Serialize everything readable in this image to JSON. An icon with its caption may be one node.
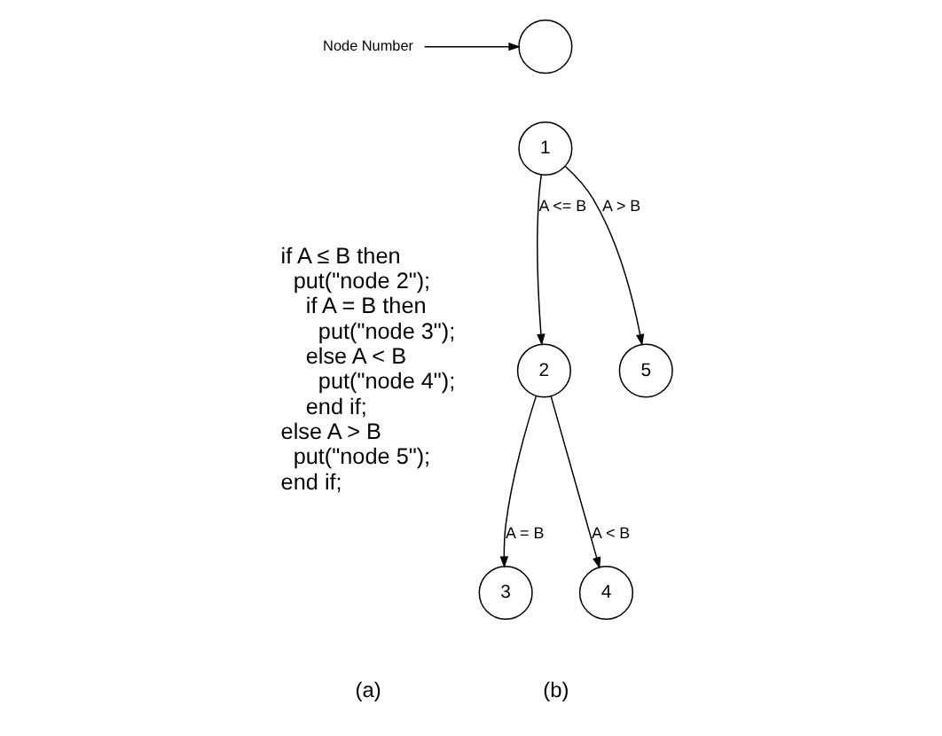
{
  "diagram": {
    "nodes": [
      {
        "text": [
          "Node Number"
        ]
      },
      {
        "text": [],
        "shape": "circle"
      },
      {
        "text": [
          "1"
        ]
      },
      {
        "text": [
          "2"
        ]
      },
      {
        "text": [
          "5"
        ]
      },
      {
        "text": [
          "3"
        ]
      },
      {
        "text": [
          "4"
        ]
      }
    ],
    "edges": [
      {
        "from": 0,
        "to": 1,
        "arrow": "to"
      },
      {
        "from": 2,
        "to": 3,
        "arrow": "to",
        "label": "A <= B"
      },
      {
        "from": 2,
        "to": 4,
        "arrow": "to",
        "label": "A > B"
      },
      {
        "from": 3,
        "to": 5,
        "arrow": "to",
        "label": "A = B"
      },
      {
        "from": 3,
        "to": 6,
        "arrow": "to",
        "label": "A < B"
      }
    ],
    "labels": [
      "if A ≤ B then",
      "put(\"node 2\");",
      "if A = B then",
      "put(\"node 3\");",
      "else A < B",
      "put(\"node 4\");",
      "end if;",
      "else A > B",
      "put(\"node 5\");",
      "end if;",
      "(a)",
      "(b)"
    ]
  }
}
